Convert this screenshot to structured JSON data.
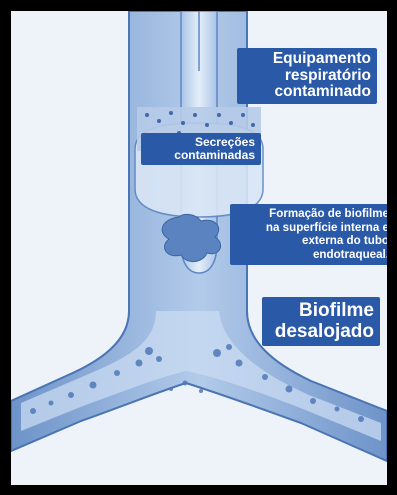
{
  "labels": {
    "equipamento": [
      "Equipamento",
      "respiratório",
      "contaminado"
    ],
    "secrecoes": [
      "Secreções",
      "contaminadas"
    ],
    "formacao": [
      "Formação de biofilme",
      "na superfície interna e",
      "externa do tubo",
      "endotraqueal."
    ],
    "biofilme": [
      "Biofilme",
      "desalojado"
    ]
  },
  "colors": {
    "frame": "#000000",
    "background": "#eef3fa",
    "label_bg": "#2a59a7",
    "label_text": "#ffffff",
    "trachea_fill": "#9dbbe2",
    "trachea_dark": "#5d86c2",
    "tube_fill": "#c7daf1",
    "biofilm": "#5a83bf"
  }
}
